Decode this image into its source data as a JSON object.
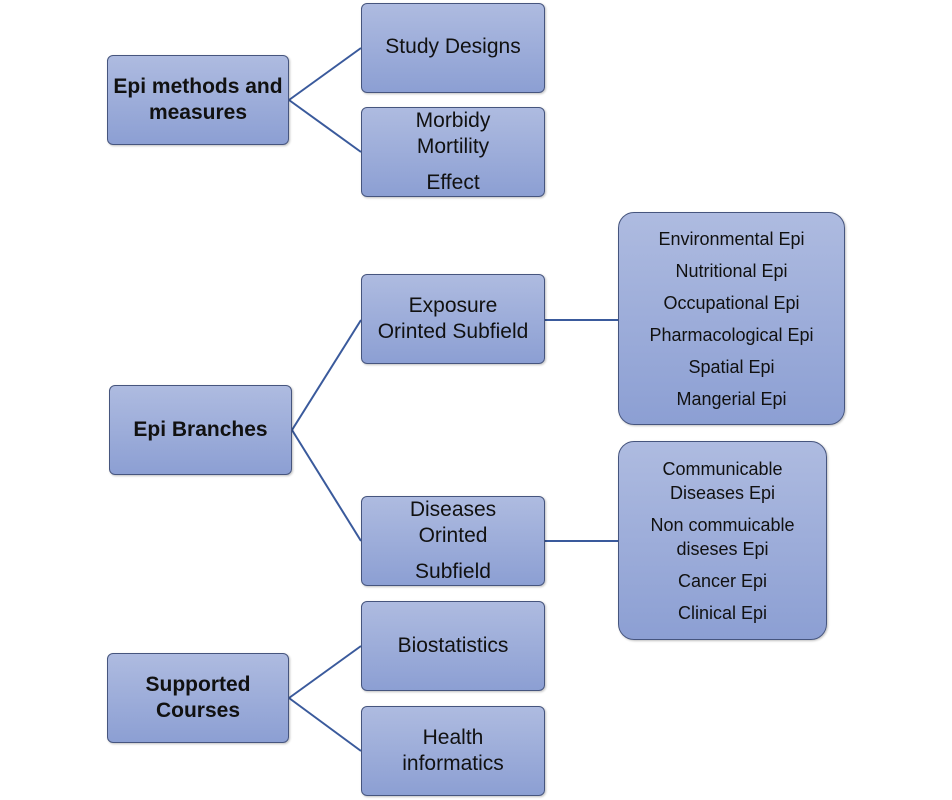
{
  "diagram": {
    "roots": [
      {
        "id": "methods",
        "lines": [
          "Epi methods and",
          "measures"
        ]
      },
      {
        "id": "branches",
        "lines": [
          "Epi Branches"
        ]
      },
      {
        "id": "courses",
        "lines": [
          "Supported",
          "Courses"
        ]
      }
    ],
    "children": {
      "study_designs": {
        "lines": [
          "Study Designs"
        ]
      },
      "morbidity": {
        "lines": [
          "Morbidy",
          "Mortility",
          "Effect"
        ]
      },
      "exposure": {
        "lines": [
          "Exposure",
          "Orinted Subfield"
        ]
      },
      "diseases": {
        "lines": [
          "Diseases",
          "Orinted",
          "Subfield"
        ]
      },
      "biostatistics": {
        "lines": [
          "Biostatistics"
        ]
      },
      "health_informatics": {
        "lines": [
          "Health",
          "informatics"
        ]
      }
    },
    "exposure_list": [
      "Environmental Epi",
      "Nutritional Epi",
      "Occupational Epi",
      "Pharmacological Epi",
      "Spatial Epi",
      "Mangerial Epi"
    ],
    "disease_list": [
      [
        "Communicable",
        "Diseases Epi"
      ],
      [
        "Non commuicable",
        "diseses Epi"
      ],
      [
        "Cancer Epi"
      ],
      [
        "Clinical Epi"
      ]
    ],
    "colors": {
      "box_fill_top": "#aebbe0",
      "box_fill_bottom": "#8c9fd3",
      "box_border": "#46557e",
      "connector": "#3a5a9c"
    }
  }
}
